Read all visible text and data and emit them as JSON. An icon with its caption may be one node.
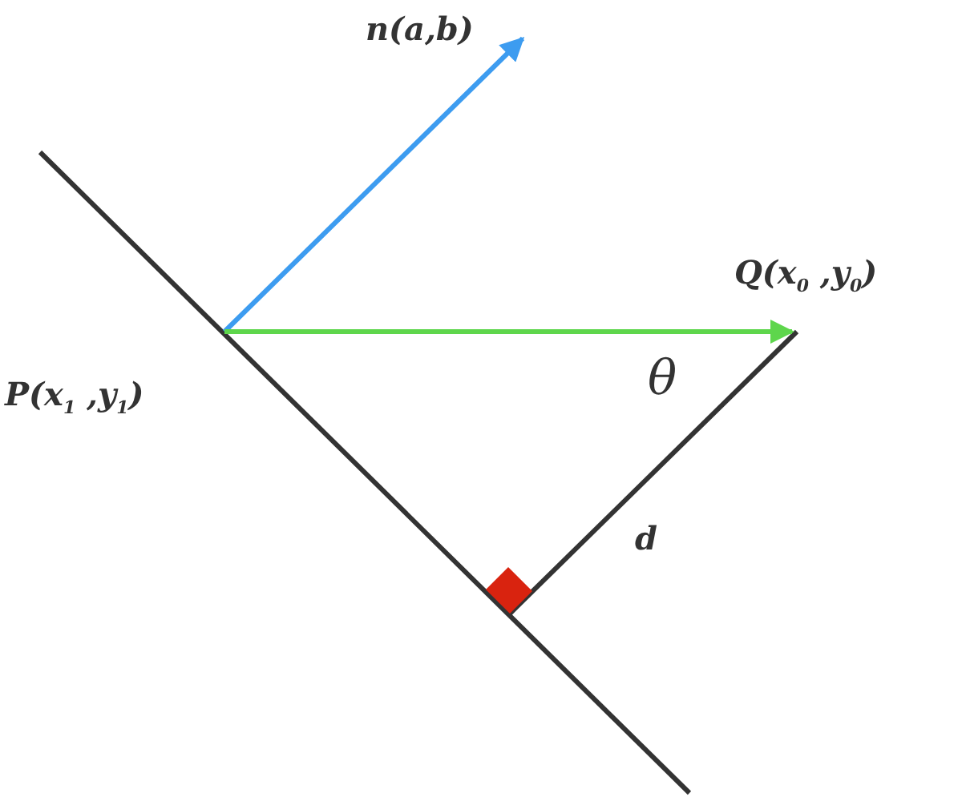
{
  "diagram": {
    "nodes": [
      {
        "text": [
          "n(a,b)"
        ]
      },
      {
        "text": [
          "Q(x$_{0}$ ,y$_{0}$)"
        ]
      },
      {
        "text": [
          "P(x$_{1}$ ,y$_{1}$)"
        ]
      }
    ],
    "edges": [
      {
        "from": 2,
        "to": 0,
        "arrow": "to",
        "color": "#3d9cf0"
      },
      {
        "from": 2,
        "to": 1,
        "arrow": "to",
        "color": "#5ed64c"
      }
    ],
    "labels": [
      "θ",
      "d"
    ]
  }
}
